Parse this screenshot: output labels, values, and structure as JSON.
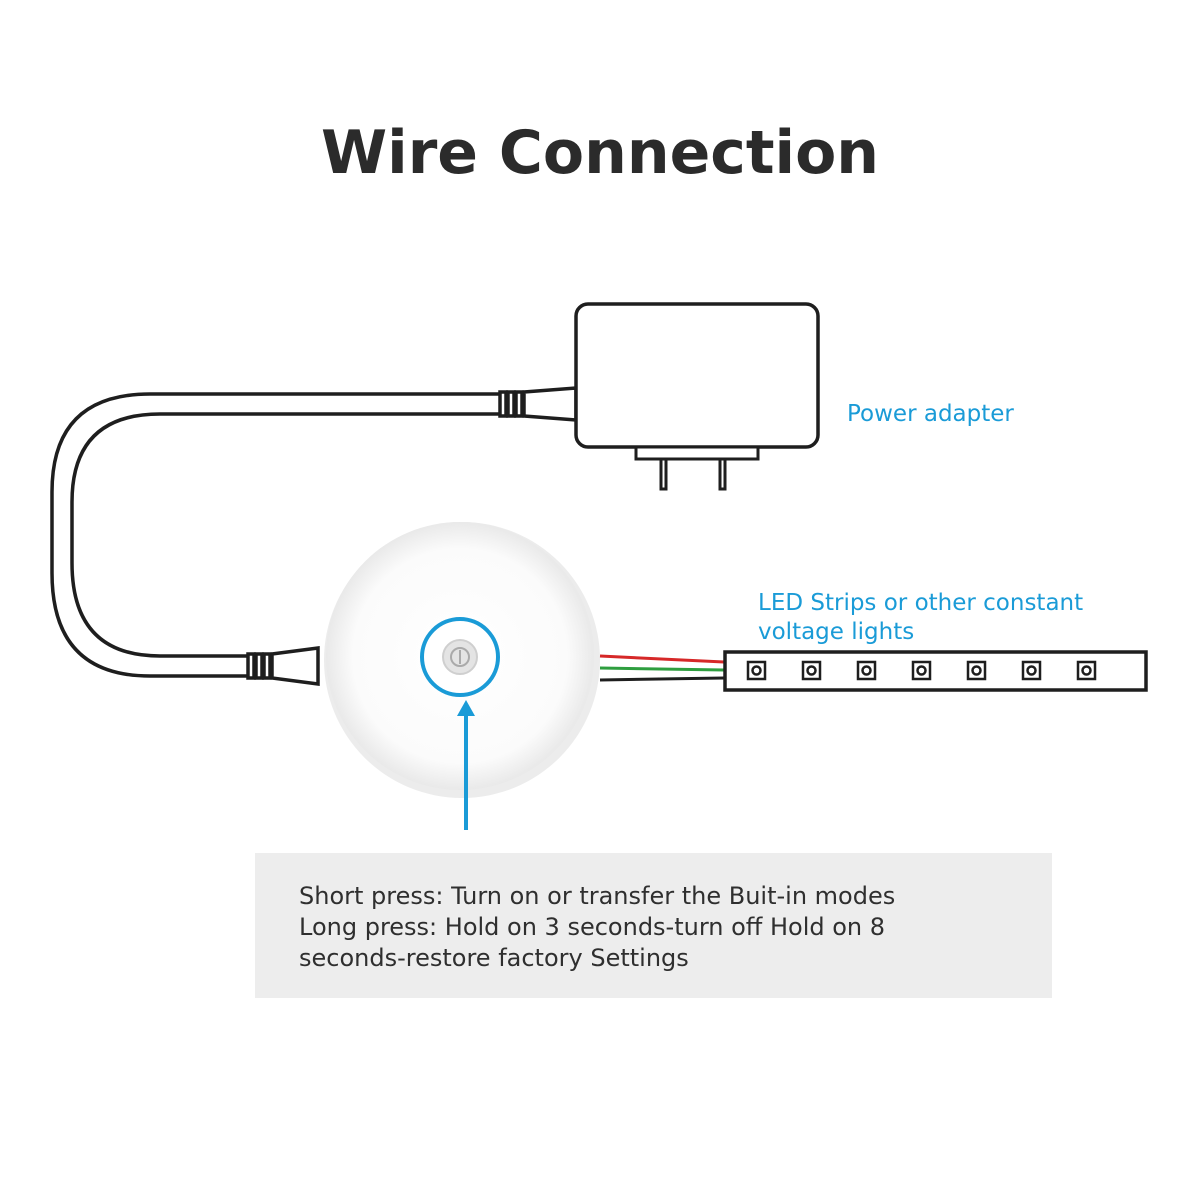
{
  "title": "Wire Connection",
  "labels": {
    "power_adapter": "Power adapter",
    "led_strip_line1": "LED Strips or other constant",
    "led_strip_line2": "voltage lights"
  },
  "note": {
    "line1": "Short press: Turn on or transfer the Buit-in modes",
    "line2": "Long press: Hold on 3 seconds-turn off Hold on 8",
    "line3": "seconds-restore factory Settings"
  },
  "colors": {
    "accent": "#1a9bd7",
    "line": "#1e1e1e",
    "wire_red": "#d62828",
    "wire_green": "#2e9e3f",
    "note_bg": "#ededed"
  },
  "icons": [
    "power-adapter-icon",
    "controller-icon",
    "power-button-icon",
    "led-strip-icon",
    "pointer-arrow-icon"
  ]
}
